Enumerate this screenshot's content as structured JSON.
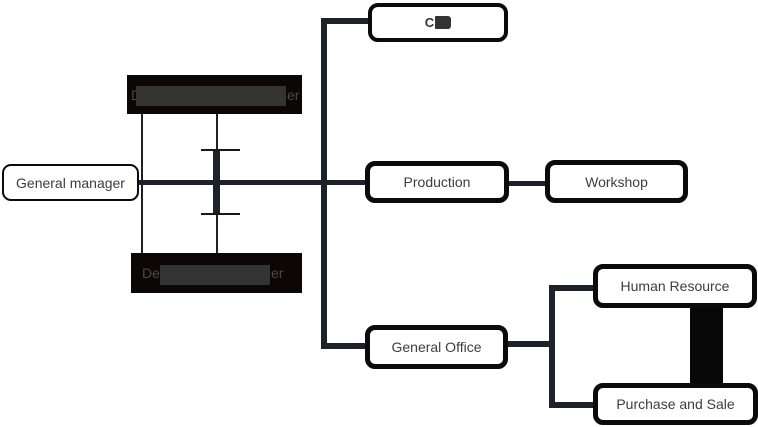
{
  "diagram": {
    "type": "org-chart",
    "nodes": {
      "general_manager": {
        "label": "General manager"
      },
      "deputy_top": {
        "visible_prefix": "D",
        "visible_suffix": "er",
        "redacted": true
      },
      "deputy_bottom": {
        "visible_prefix": "De",
        "visible_suffix": "er",
        "redacted": true
      },
      "top_right": {
        "visible_prefix": "C",
        "redacted": true
      },
      "production": {
        "label": "Production"
      },
      "workshop": {
        "label": "Workshop"
      },
      "general_office": {
        "label": "General Office"
      },
      "human_resource": {
        "label": "Human Resource"
      },
      "purchase_and_sale": {
        "label": "Purchase and Sale"
      }
    },
    "edges": [
      {
        "from": "general_manager",
        "to": "top_right"
      },
      {
        "from": "general_manager",
        "to": "production"
      },
      {
        "from": "general_manager",
        "to": "general_office"
      },
      {
        "from": "production",
        "to": "workshop"
      },
      {
        "from": "general_office",
        "to": "human_resource"
      },
      {
        "from": "general_office",
        "to": "purchase_and_sale"
      },
      {
        "from": "human_resource",
        "to": "purchase_and_sale",
        "style": "thick-band"
      },
      {
        "from": "deputy_top",
        "to": "deputy_bottom",
        "style": "bar-symbol"
      }
    ],
    "colors": {
      "canvas_bg": "#ffffff",
      "line_color": "#1d2129",
      "border_color": "#0b0b0b",
      "box_fill": "#ffffff",
      "text_color": "#3d3d3d",
      "dark_box_fill": "#0c0606",
      "dark_box_text": "#4a4a4a",
      "redaction_color": "#333333",
      "crossbar_color": "#231410",
      "band_color": "#070707"
    }
  }
}
